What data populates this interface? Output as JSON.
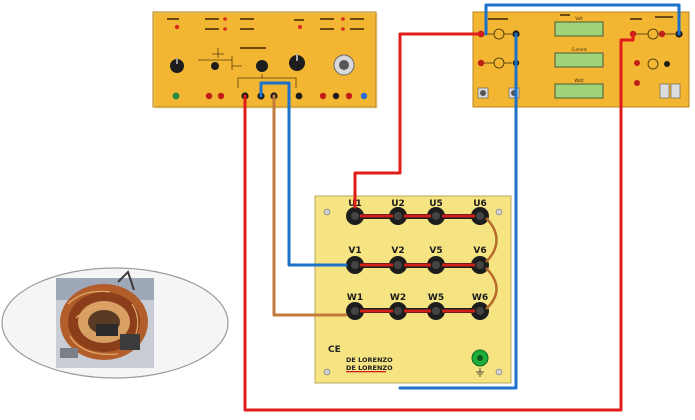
{
  "terminal_board": {
    "rows": [
      {
        "row": "U",
        "terminals": [
          "U1",
          "U2",
          "U5",
          "U6"
        ]
      },
      {
        "row": "V",
        "terminals": [
          "V1",
          "V2",
          "V5",
          "V6"
        ]
      },
      {
        "row": "W",
        "terminals": [
          "W1",
          "W2",
          "W5",
          "W6"
        ]
      }
    ],
    "ce_mark": "CE",
    "brand_line1": "DE LORENZO",
    "brand_line2": "DE LORENZO"
  },
  "meter_panel": {
    "displays": [
      "Volt",
      "Current",
      "Watt"
    ]
  },
  "colors": {
    "panel": "#f2b632",
    "terminal_board": "#f6e483",
    "wire_red": "#e21b1b",
    "wire_blue": "#1b72c8",
    "wire_brown": "#c27a3a",
    "lcd": "#9ed37a",
    "ground_terminal": "#1fae3c"
  },
  "icons": [
    "earth-ground-icon",
    "motor-stator-photo"
  ]
}
